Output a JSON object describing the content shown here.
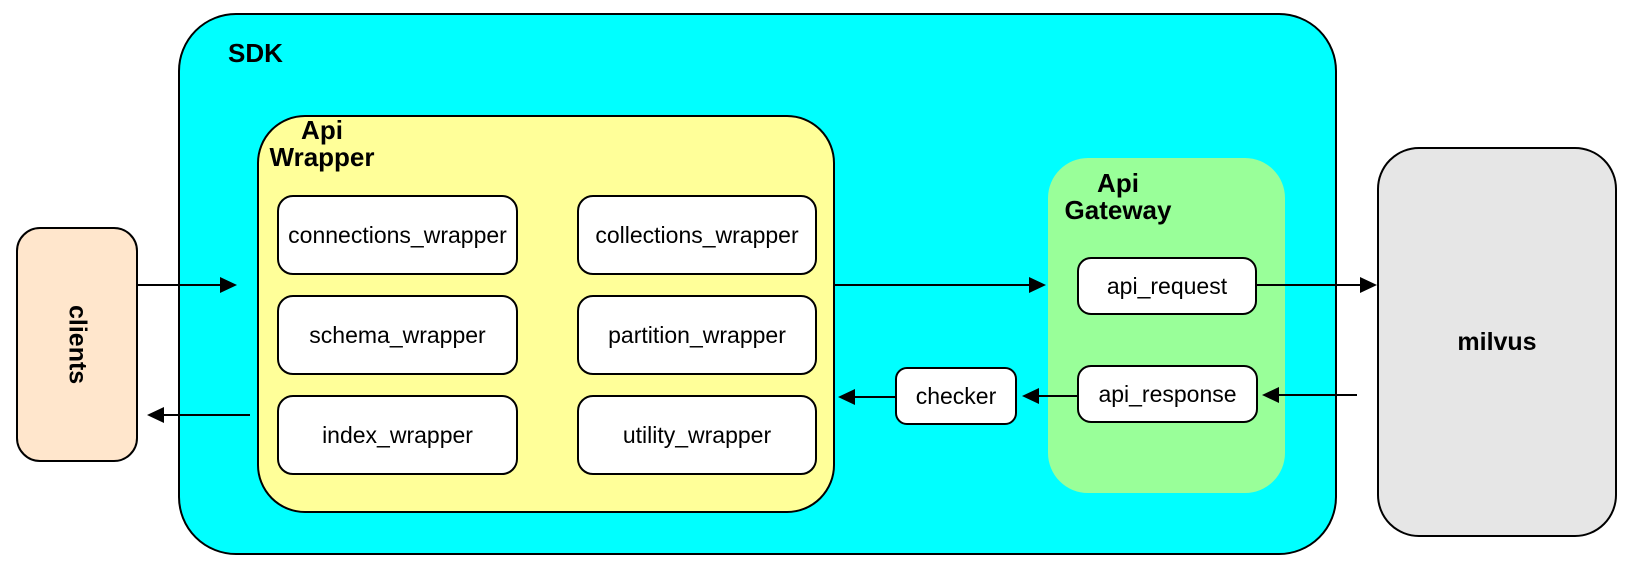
{
  "diagram": {
    "colors": {
      "sdk_fill": "#00ffff",
      "api_wrapper_fill": "#ffff99",
      "api_gateway_fill": "#99ff99",
      "clients_fill": "#ffe6cc",
      "milvus_fill": "#e6e6e6",
      "node_fill": "#ffffff",
      "stroke": "#000000"
    },
    "containers": {
      "sdk": {
        "label": "SDK"
      },
      "api_wrapper": {
        "label": "Api\nWrapper"
      },
      "api_gateway": {
        "label": "Api\nGateway"
      }
    },
    "nodes": {
      "clients": "clients",
      "milvus": "milvus",
      "checker": "checker",
      "wrappers": [
        "connections_wrapper",
        "collections_wrapper",
        "schema_wrapper",
        "partition_wrapper",
        "index_wrapper",
        "utility_wrapper"
      ],
      "gateway_nodes": [
        "api_request",
        "api_response"
      ]
    },
    "edges": [
      {
        "from": "clients",
        "to": "sdk",
        "direction": "right"
      },
      {
        "from": "api_wrapper",
        "to": "api_gateway",
        "direction": "right"
      },
      {
        "from": "api_request",
        "to": "milvus",
        "direction": "right"
      },
      {
        "from": "milvus",
        "to": "api_response",
        "direction": "left"
      },
      {
        "from": "api_response",
        "to": "checker",
        "direction": "left"
      },
      {
        "from": "checker",
        "to": "api_wrapper",
        "direction": "left"
      },
      {
        "from": "api_wrapper",
        "to": "clients",
        "direction": "left"
      }
    ]
  }
}
